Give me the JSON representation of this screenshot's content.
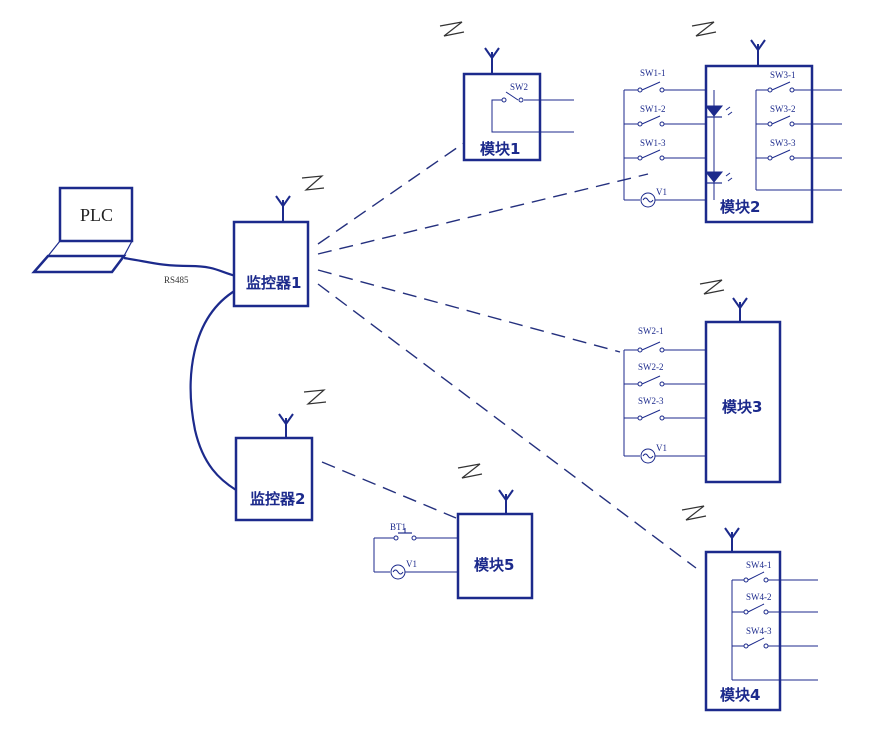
{
  "plc": {
    "label": "PLC"
  },
  "bus": {
    "label": "RS485"
  },
  "monitors": [
    {
      "id": "m1",
      "label": "监控器1"
    },
    {
      "id": "m2",
      "label": "监控器2"
    }
  ],
  "modules": [
    {
      "id": "mod1",
      "label": "模块1",
      "switches": [
        "SW2"
      ]
    },
    {
      "id": "mod2",
      "label": "模块2",
      "left_switches": [
        "SW1-1",
        "SW1-2",
        "SW1-3"
      ],
      "right_switches": [
        "SW3-1",
        "SW3-2",
        "SW3-3"
      ],
      "source": "V1"
    },
    {
      "id": "mod3",
      "label": "模块3",
      "switches": [
        "SW2-1",
        "SW2-2",
        "SW2-3"
      ],
      "source": "V1"
    },
    {
      "id": "mod4",
      "label": "模块4",
      "switches": [
        "SW4-1",
        "SW4-2",
        "SW4-3"
      ]
    },
    {
      "id": "mod5",
      "label": "模块5",
      "button": "BT1",
      "source": "V1"
    }
  ],
  "colors": {
    "line": "#1c2a8c",
    "background": "#ffffff"
  }
}
